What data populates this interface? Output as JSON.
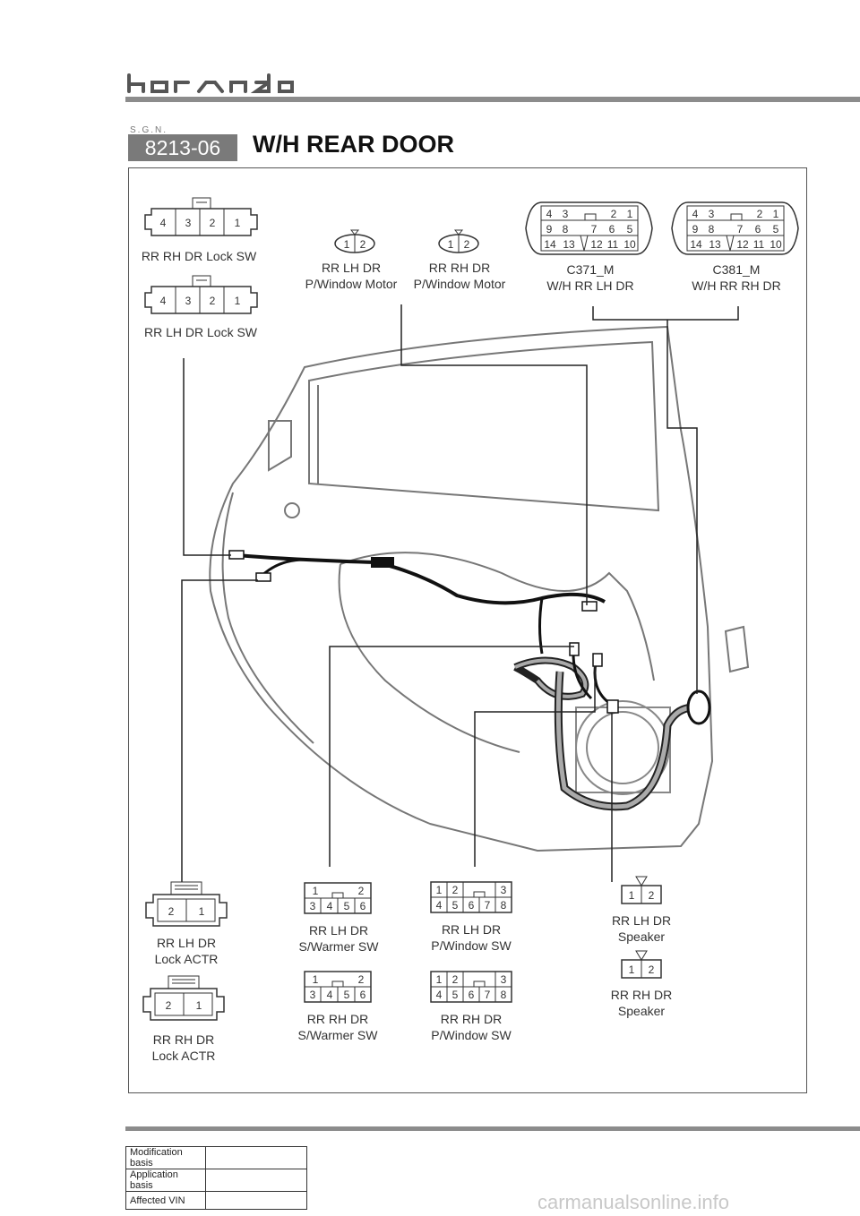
{
  "header": {
    "brand": "korando",
    "sgn": "S.G.N.",
    "code": "8213-06",
    "title": "W/H REAR DOOR"
  },
  "connectors": {
    "rr_rh_dr_lock_sw": {
      "label": "RR RH DR Lock SW",
      "pins": [
        "4",
        "3",
        "2",
        "1"
      ]
    },
    "rr_lh_dr_lock_sw": {
      "label": "RR LH DR Lock SW",
      "pins": [
        "4",
        "3",
        "2",
        "1"
      ]
    },
    "rr_lh_dr_pw_motor": {
      "label_line1": "RR LH DR",
      "label_line2": "P/Window Motor",
      "pins": [
        "1",
        "2"
      ]
    },
    "rr_rh_dr_pw_motor": {
      "label_line1": "RR RH DR",
      "label_line2": "P/Window Motor",
      "pins": [
        "1",
        "2"
      ]
    },
    "c371": {
      "label_line1": "C371_M",
      "label_line2": "W/H RR LH DR",
      "row1": [
        "4",
        "3",
        "2",
        "1"
      ],
      "row2": [
        "9",
        "8",
        "7",
        "6",
        "5"
      ],
      "row3": [
        "14",
        "13",
        "12",
        "11",
        "10"
      ]
    },
    "c381": {
      "label_line1": "C381_M",
      "label_line2": "W/H RR RH DR",
      "row1": [
        "4",
        "3",
        "2",
        "1"
      ],
      "row2": [
        "9",
        "8",
        "7",
        "6",
        "5"
      ],
      "row3": [
        "14",
        "13",
        "12",
        "11",
        "10"
      ]
    },
    "rr_lh_dr_lock_actr": {
      "label_line1": "RR LH DR",
      "label_line2": "Lock ACTR",
      "pins": [
        "2",
        "1"
      ]
    },
    "rr_rh_dr_lock_actr": {
      "label_line1": "RR RH DR",
      "label_line2": "Lock ACTR",
      "pins": [
        "2",
        "1"
      ]
    },
    "rr_lh_dr_warmer_sw": {
      "label_line1": "RR LH DR",
      "label_line2": "S/Warmer SW",
      "top": [
        "1",
        "2"
      ],
      "bottom": [
        "3",
        "4",
        "5",
        "6"
      ]
    },
    "rr_rh_dr_warmer_sw": {
      "label_line1": "RR RH DR",
      "label_line2": "S/Warmer SW",
      "top": [
        "1",
        "2"
      ],
      "bottom": [
        "3",
        "4",
        "5",
        "6"
      ]
    },
    "rr_lh_dr_pw_sw": {
      "label_line1": "RR LH DR",
      "label_line2": "P/Window SW",
      "top": [
        "1",
        "2",
        "3"
      ],
      "bottom": [
        "4",
        "5",
        "6",
        "7",
        "8"
      ]
    },
    "rr_rh_dr_pw_sw": {
      "label_line1": "RR RH DR",
      "label_line2": "P/Window SW",
      "top": [
        "1",
        "2",
        "3"
      ],
      "bottom": [
        "4",
        "5",
        "6",
        "7",
        "8"
      ]
    },
    "rr_lh_dr_speaker": {
      "label_line1": "RR LH DR",
      "label_line2": "Speaker",
      "pins": [
        "1",
        "2"
      ]
    },
    "rr_rh_dr_speaker": {
      "label_line1": "RR RH DR",
      "label_line2": "Speaker",
      "pins": [
        "1",
        "2"
      ]
    }
  },
  "footer": {
    "rows": [
      {
        "key": "Modification basis",
        "value": ""
      },
      {
        "key": "Application basis",
        "value": ""
      },
      {
        "key": "Affected VIN",
        "value": ""
      }
    ],
    "watermark": "carmanualsonline.info"
  }
}
